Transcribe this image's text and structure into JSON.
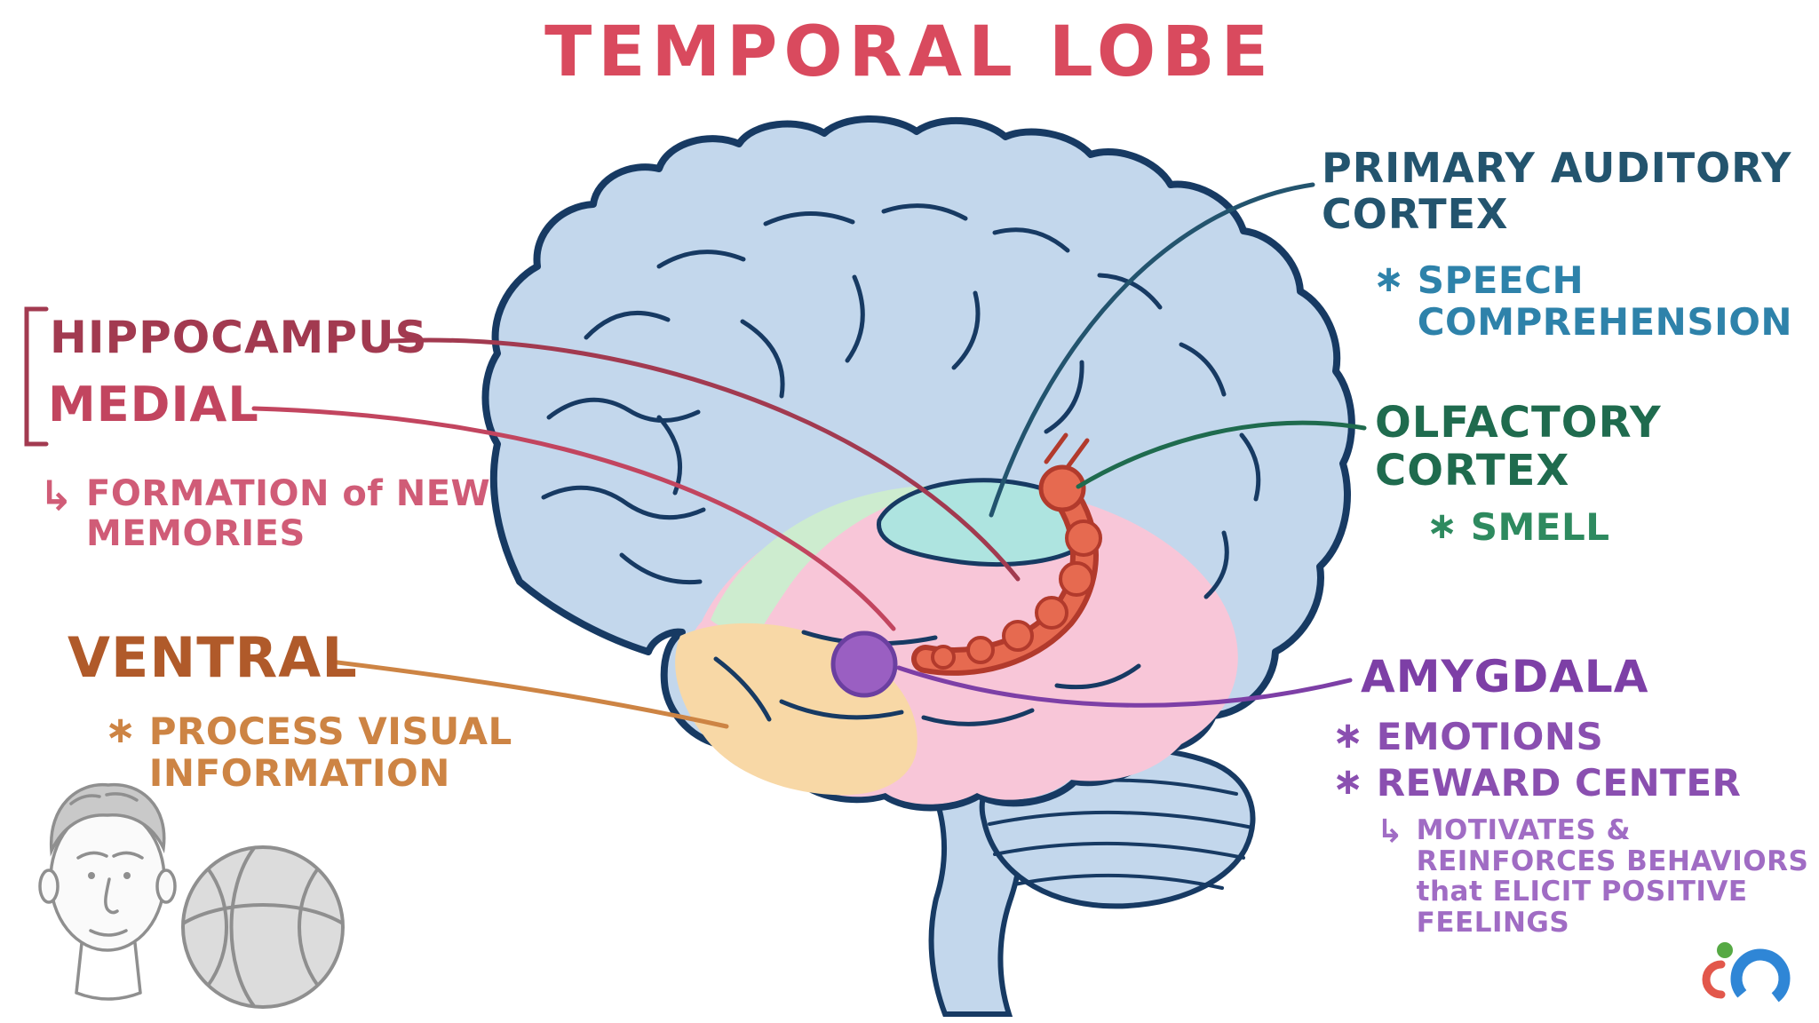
{
  "title": "TEMPORAL LOBE",
  "glyphs": {
    "bullet": "∗",
    "branch_arrow": "↳"
  },
  "labels": {
    "hippocampus": "HIPPOCAMPUS",
    "medial": "MEDIAL",
    "medial_note": "FORMATION of NEW MEMORIES",
    "ventral": "VENTRAL",
    "ventral_note": "PROCESS VISUAL INFORMATION",
    "auditory": "PRIMARY AUDITORY CORTEX",
    "auditory_note": "SPEECH COMPREHENSION",
    "olfactory": "OLFACTORY CORTEX",
    "olfactory_note": "SMELL",
    "amygdala": "AMYGDALA",
    "amygdala_note_1": "EMOTIONS",
    "amygdala_note_2": "REWARD CENTER",
    "amygdala_subnote": "MOTIVATES & REINFORCES BEHAVIORS that ELICIT POSITIVE FEELINGS"
  },
  "colors": {
    "title": "#d94a5e",
    "hippocampus_label": "#a23a50",
    "medial_label": "#c2455f",
    "medial_note": "#d05c77",
    "ventral_label": "#b05a2a",
    "ventral_note": "#cd8444",
    "auditory_label": "#23546e",
    "auditory_note": "#2e82aa",
    "olfactory_label": "#1f6b4e",
    "olfactory_note": "#2e8a5f",
    "amygdala_label": "#7d3fa6",
    "amygdala_note": "#8a4fb0",
    "amygdala_subnote": "#a06cc4",
    "brain_fill": "#c3d7ec",
    "brain_outline": "#173a63",
    "temporal_lobe_fill": "#f8c6d8",
    "auditory_cortex_fill": "#aee4e0",
    "parahippocampal_fill": "#cdeccf",
    "ventral_region_fill": "#f8d8a6",
    "hippocampus_fill": "#e66a50",
    "hippocampus_outline": "#b23a2c",
    "amygdala_fill": "#9a5fc2",
    "amygdala_outline": "#6b3fa0",
    "sketch_gray": "#8f8f8f",
    "logo_blue": "#2f86d6",
    "logo_green": "#56a944",
    "logo_red": "#e2574b"
  }
}
